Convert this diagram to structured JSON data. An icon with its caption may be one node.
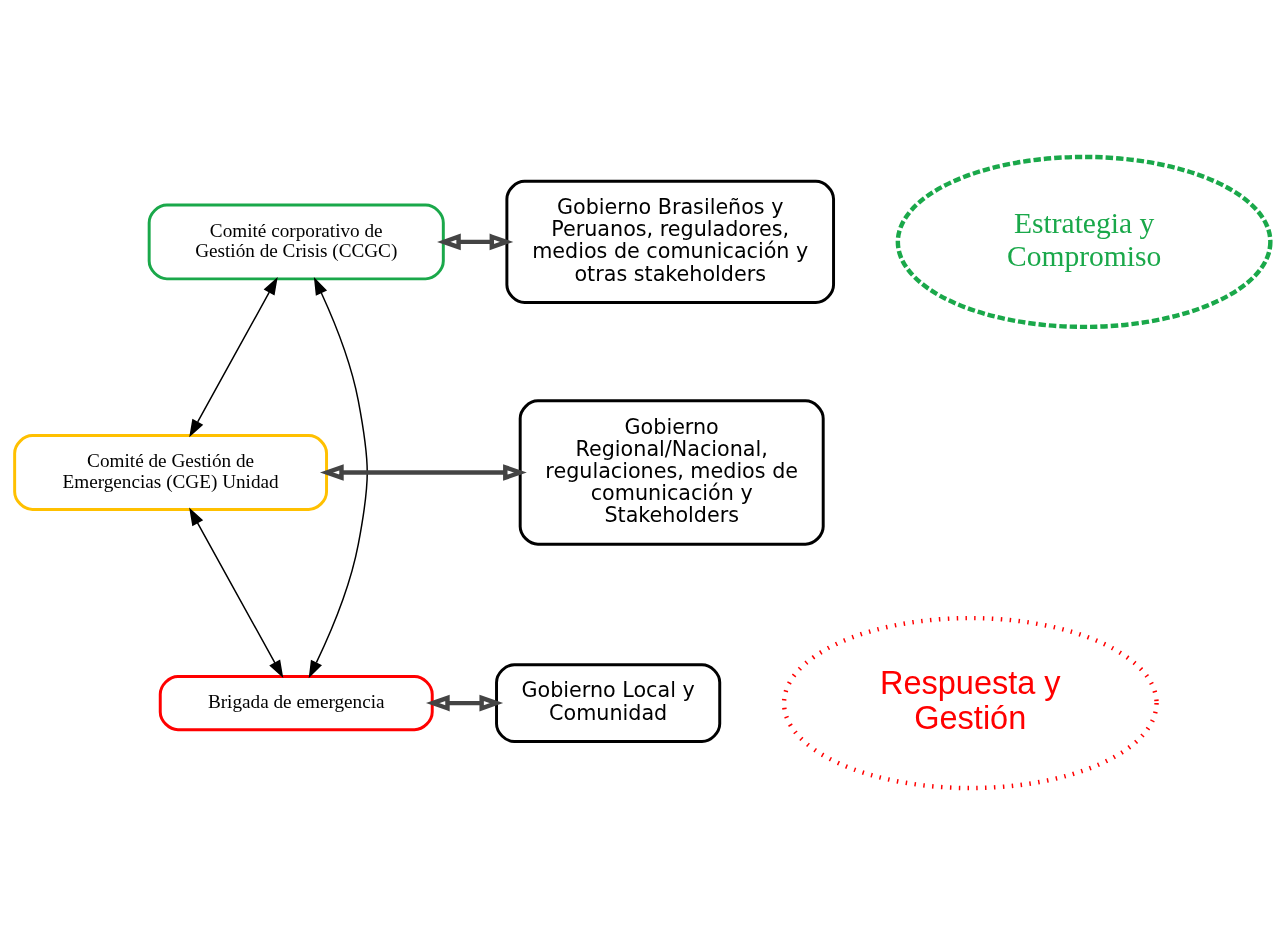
{
  "diagram": {
    "nodes": [
      {
        "text": [
          "Comité corporativo de Gestión de Crisis (CCGC)"
        ]
      },
      {
        "text": [
          "Estrategia y Compromiso"
        ]
      },
      {
        "text": [
          "Comité de Gestión de Emergencias (CGE) Unidad"
        ]
      },
      {
        "text": [
          "Respuesta y Gestión"
        ]
      },
      {
        "text": [
          "Brigada de emergencia"
        ]
      },
      {
        "text": [
          "Gobierno Brasileños y Peruanos, reguladores, medios de comunicación y otras stakeholders"
        ]
      },
      {
        "text": [
          "Gobierno Regional/Nacional, regulaciones, medios de comunicación y Stakeholders"
        ]
      },
      {
        "text": [
          "Gobierno Local y Comunidad"
        ]
      }
    ],
    "edges": [
      {
        "from": 0,
        "to": 4,
        "arrow": "both"
      },
      {
        "from": 0,
        "to": 2,
        "arrow": "both"
      },
      {
        "from": 2,
        "to": 4,
        "arrow": "both"
      },
      {
        "from": 0,
        "to": 5,
        "arrow": "both",
        "style": "thick"
      },
      {
        "from": 2,
        "to": 6,
        "arrow": "both",
        "style": "thick"
      },
      {
        "from": 4,
        "to": 7,
        "arrow": "both",
        "style": "thick"
      }
    ]
  }
}
